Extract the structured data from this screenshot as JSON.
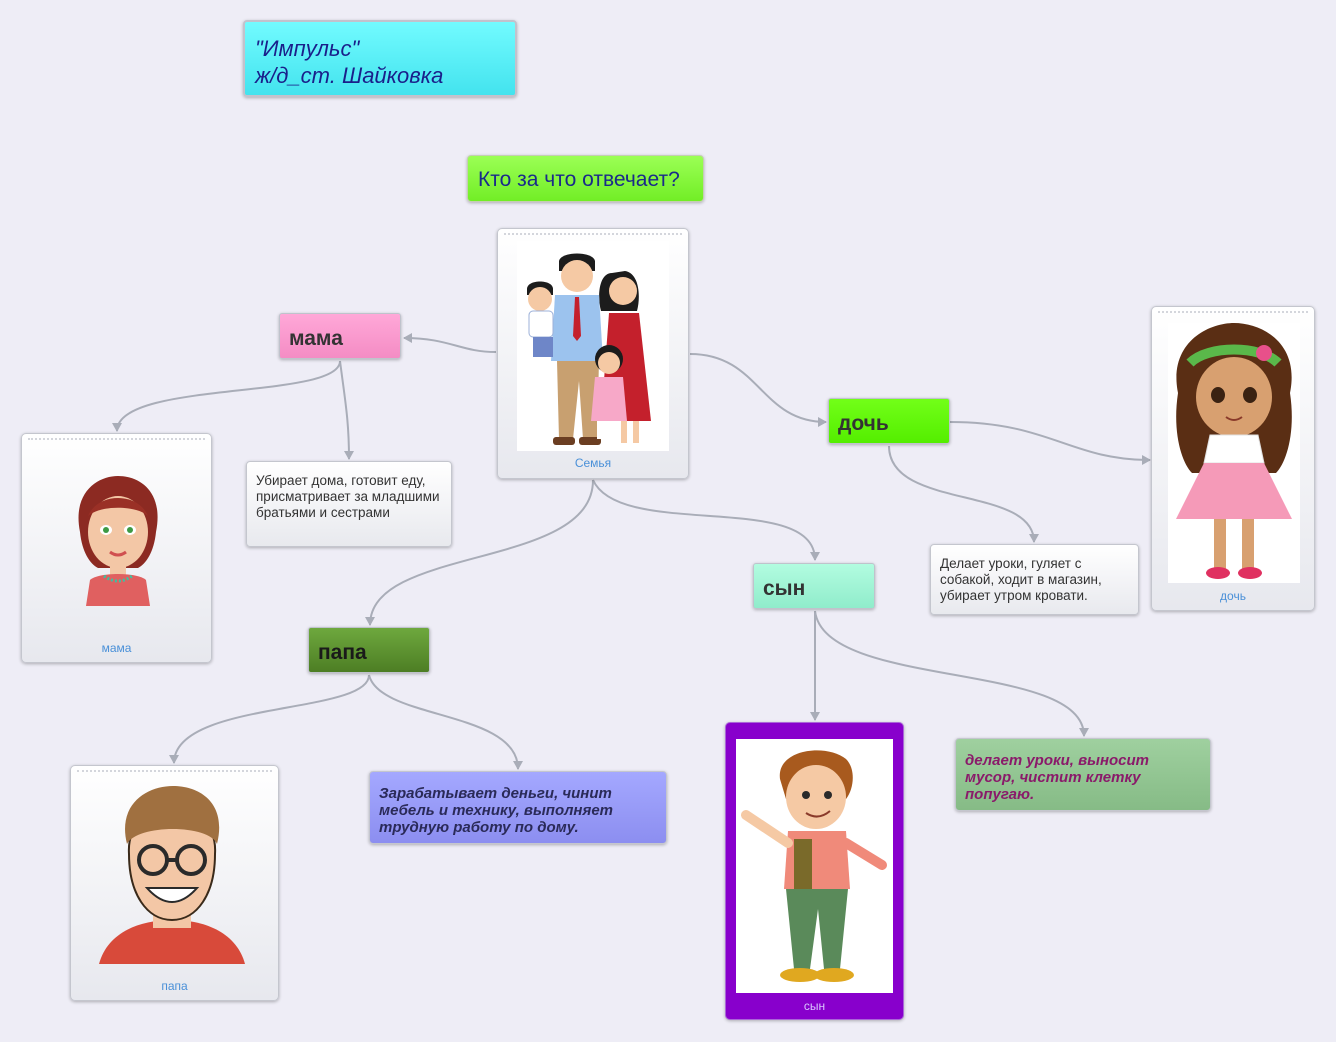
{
  "title": {
    "line1": "\"Импульс\"",
    "line2": "ж/д_ст. Шайковка"
  },
  "question": "Кто за что отвечает?",
  "nodes": {
    "family": {
      "caption": "Семья"
    },
    "mama": {
      "label": "мама",
      "caption": "мама",
      "note": "Убирает дома, готовит еду, присматривает за младшими братьями и сестрами"
    },
    "doch": {
      "label": "дочь",
      "caption": "дочь",
      "note": "Делает уроки, гуляет с собакой, ходит в магазин, убирает утром кровати."
    },
    "papa": {
      "label": "папа",
      "caption": "папа",
      "note": "Зарабатывает деньги, чинит мебель и технику, выполняет трудную работу по дому."
    },
    "syn": {
      "label": "сын",
      "caption": "сын",
      "note": "делает уроки, выносит мусор, чистит клетку попугаю."
    }
  },
  "colors": {
    "connector": "#a9adb8",
    "background": "#eeedf6",
    "mama_label": "#f48cc4",
    "doch_label": "#54ee00",
    "papa_label": "#4d7e24",
    "syn_label": "#90eccb",
    "syn_card": "#8800cc"
  }
}
